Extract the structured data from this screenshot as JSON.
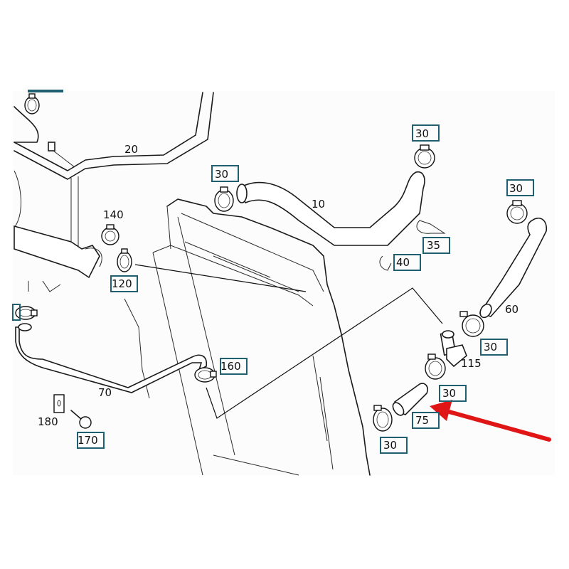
{
  "diagram": {
    "title": "Radiator coolant hoses exploded parts diagram",
    "boxed_labels": [
      {
        "id": "clamp-top-right-hose10",
        "text": "30"
      },
      {
        "id": "clamp-left-hose10",
        "text": "30"
      },
      {
        "id": "clamp-top-hose60",
        "text": "30"
      },
      {
        "id": "clip-35",
        "text": "35"
      },
      {
        "id": "clip-40",
        "text": "40"
      },
      {
        "id": "clamp-120",
        "text": "120"
      },
      {
        "id": "clamp-160",
        "text": "160"
      },
      {
        "id": "clamp-bottom-hose60",
        "text": "30"
      },
      {
        "id": "clamp-top-hose75",
        "text": "30"
      },
      {
        "id": "hose-75",
        "text": "75"
      },
      {
        "id": "clamp-bottom-hose75",
        "text": "30"
      },
      {
        "id": "bolt-170",
        "text": "170"
      }
    ],
    "plain_labels": [
      {
        "id": "hose-20",
        "text": "20"
      },
      {
        "id": "hose-10",
        "text": "10"
      },
      {
        "id": "clamp-140",
        "text": "140"
      },
      {
        "id": "hose-60",
        "text": "60"
      },
      {
        "id": "connector-115",
        "text": "115"
      },
      {
        "id": "hose-70",
        "text": "70"
      },
      {
        "id": "nut-180",
        "text": "180"
      }
    ],
    "highlight": {
      "target_part": "75",
      "arrow_color": "#e01616",
      "callout_box_color": "#1f5f6f"
    }
  }
}
